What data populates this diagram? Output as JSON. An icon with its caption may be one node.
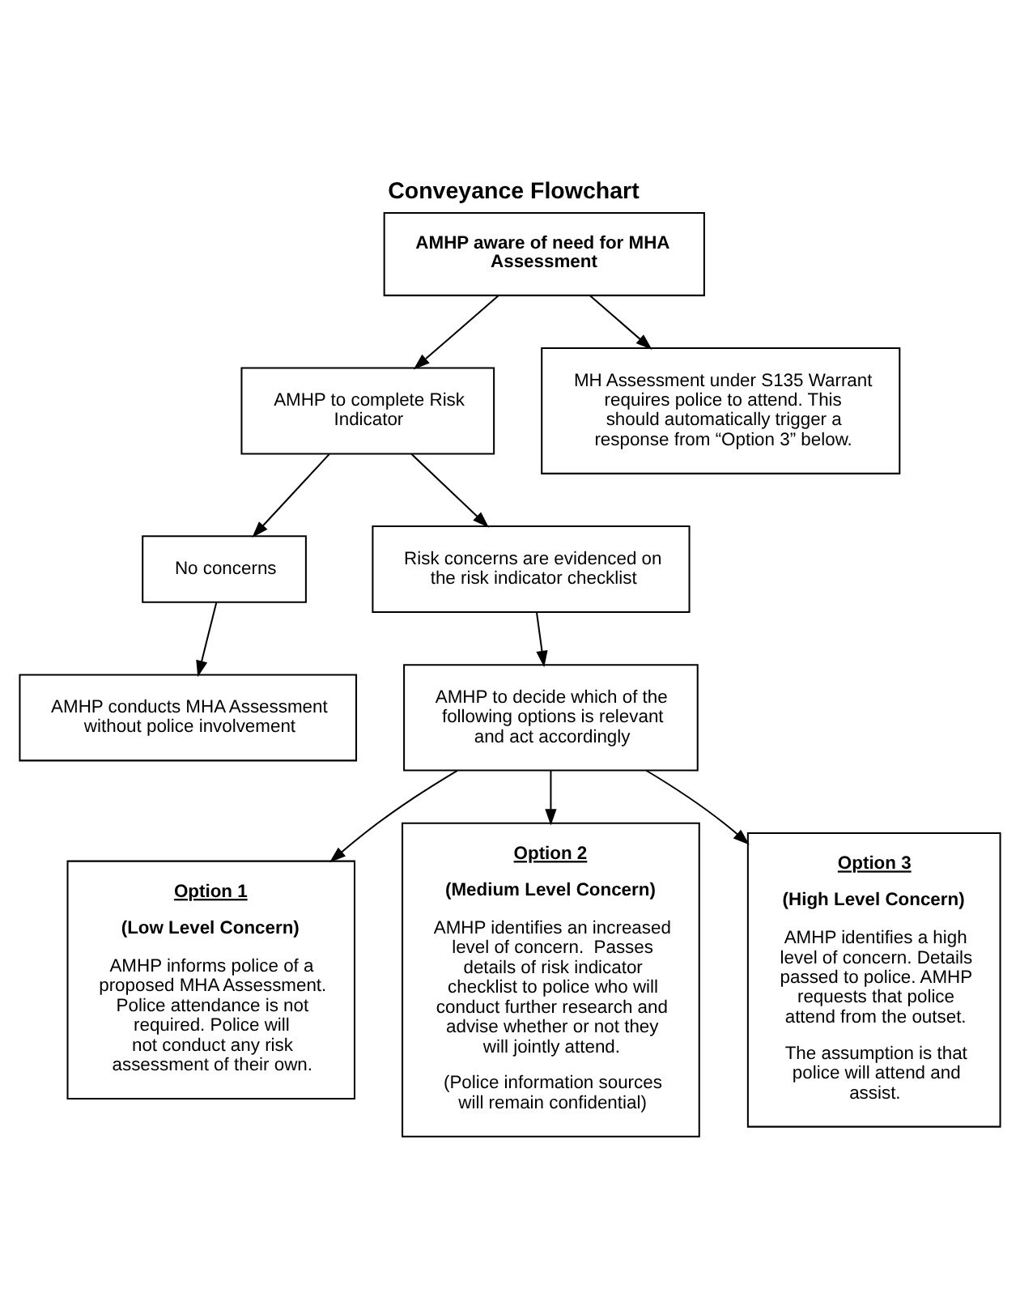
{
  "diagram": {
    "title": "Conveyance Flowchart",
    "nodes": [
      {
        "text": [
          "AMHP aware of need for MHA Assessment"
        ]
      },
      {
        "text": [
          "AMHP to complete Risk Indicator"
        ]
      },
      {
        "text": [
          "MH Assessment under S135 Warrant requires police to attend. This should automatically trigger a response from “Option 3” below."
        ]
      },
      {
        "text": [
          "No concerns"
        ]
      },
      {
        "text": [
          "Risk concerns are evidenced on the risk indicator checklist"
        ]
      },
      {
        "text": [
          "AMHP conducts MHA Assessment without police involvement"
        ]
      },
      {
        "text": [
          "AMHP to decide which of the following options is relevant and act accordingly"
        ]
      },
      {
        "text": [
          "Option 1",
          "(Low Level Concern)",
          "AMHP informs police of a proposed MHA Assessment. Police attendance is not required. Police will not conduct any risk assessment of their own."
        ]
      },
      {
        "text": [
          "Option 2",
          "(Medium Level Concern)",
          "AMHP identifies an increased level of concern.  Passes details of risk indicator checklist to police who will conduct further research and advise whether or not they will jointly attend.",
          "(Police information sources will remain confidential)"
        ]
      },
      {
        "text": [
          "Option 3",
          "(High Level Concern)",
          "AMHP identifies a high level of concern. Details passed to police. AMHP requests that police attend from the outset.",
          "The assumption is that police will attend and assist."
        ]
      }
    ],
    "edges": [
      {
        "from": 0,
        "to": 1,
        "arrow": "to"
      },
      {
        "from": 0,
        "to": 2,
        "arrow": "to"
      },
      {
        "from": 1,
        "to": 3,
        "arrow": "to"
      },
      {
        "from": 1,
        "to": 4,
        "arrow": "to"
      },
      {
        "from": 3,
        "to": 5,
        "arrow": "to"
      },
      {
        "from": 4,
        "to": 6,
        "arrow": "to"
      },
      {
        "from": 6,
        "to": 7,
        "arrow": "to"
      },
      {
        "from": 6,
        "to": 8,
        "arrow": "to"
      },
      {
        "from": 6,
        "to": 9,
        "arrow": "to"
      }
    ]
  }
}
